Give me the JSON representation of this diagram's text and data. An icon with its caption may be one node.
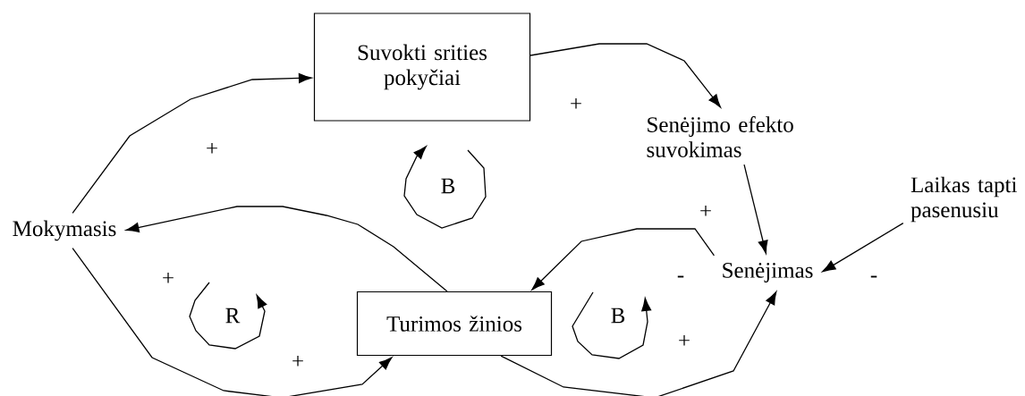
{
  "diagram": {
    "nodes": [
      {
        "text": [
          "Suvokti srities pokyčiai"
        ]
      },
      {
        "text": [
          "Senėjimo efekto suvokimas"
        ]
      },
      {
        "text": [
          "Laikas tapti pasenusiu"
        ]
      },
      {
        "text": [
          "Mokymasis"
        ]
      },
      {
        "text": [
          "Turimos žinios"
        ]
      },
      {
        "text": [
          "Senėjimas"
        ]
      }
    ],
    "edges": [
      {
        "from": 3,
        "to": 0,
        "arrow": "to"
      },
      {
        "from": 0,
        "to": 1,
        "arrow": "to"
      },
      {
        "from": 1,
        "to": 5,
        "arrow": "to"
      },
      {
        "from": 2,
        "to": 5,
        "arrow": "to"
      },
      {
        "from": 5,
        "to": 4,
        "arrow": "to"
      },
      {
        "from": 4,
        "to": 3,
        "arrow": "to"
      },
      {
        "from": 3,
        "to": 4,
        "arrow": "to"
      },
      {
        "from": 4,
        "to": 5,
        "arrow": "to"
      }
    ],
    "labels": [
      "+",
      "+",
      "B",
      "+",
      "+",
      "-",
      "-",
      "R",
      "B",
      "+",
      "+"
    ]
  }
}
